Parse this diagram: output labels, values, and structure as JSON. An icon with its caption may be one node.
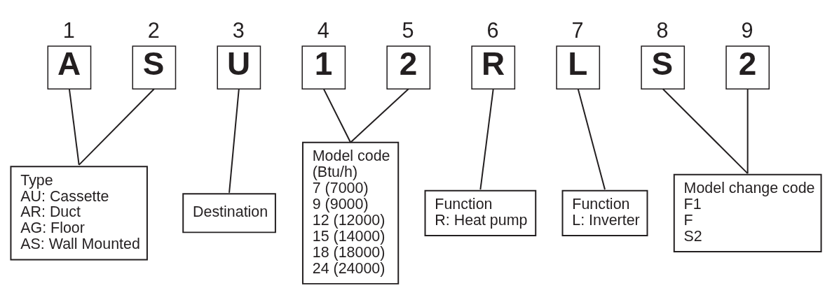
{
  "diagram": {
    "nodes": [
      {
        "text": [
          "A"
        ],
        "beside": [
          "1"
        ]
      },
      {
        "text": [
          "S"
        ],
        "beside": [
          "2"
        ]
      },
      {
        "text": [
          "U"
        ],
        "beside": [
          "3"
        ]
      },
      {
        "text": [
          "1"
        ],
        "beside": [
          "4"
        ]
      },
      {
        "text": [
          "2"
        ],
        "beside": [
          "5"
        ]
      },
      {
        "text": [
          "R"
        ],
        "beside": [
          "6"
        ]
      },
      {
        "text": [
          "L"
        ],
        "beside": [
          "7"
        ]
      },
      {
        "text": [
          "S"
        ],
        "beside": [
          "8"
        ]
      },
      {
        "text": [
          "2"
        ],
        "beside": [
          "9"
        ]
      },
      {
        "text": [
          "Type",
          "AU: Cassette",
          "AR: Duct",
          "AG: Floor",
          "AS: Wall Mounted"
        ]
      },
      {
        "text": [
          "Destination"
        ]
      },
      {
        "text": [
          "Model code",
          "(Btu/h)",
          "7 (7000)",
          "9 (9000)",
          "12 (12000)",
          "15 (14000)",
          "18 (18000)",
          "24 (24000)"
        ]
      },
      {
        "text": [
          "Function",
          "R: Heat pump"
        ]
      },
      {
        "text": [
          "Function",
          "L: Inverter"
        ]
      },
      {
        "text": [
          "Model change code",
          "F1",
          "F",
          "S2"
        ]
      }
    ],
    "edges": [
      {
        "from": 0,
        "to": 9,
        "arrow": "none"
      },
      {
        "from": 1,
        "to": 9,
        "arrow": "none"
      },
      {
        "from": 2,
        "to": 10,
        "arrow": "none"
      },
      {
        "from": 3,
        "to": 11,
        "arrow": "none"
      },
      {
        "from": 4,
        "to": 11,
        "arrow": "none"
      },
      {
        "from": 5,
        "to": 12,
        "arrow": "none"
      },
      {
        "from": 6,
        "to": 13,
        "arrow": "none"
      },
      {
        "from": 7,
        "to": 14,
        "arrow": "none"
      },
      {
        "from": 8,
        "to": 14,
        "arrow": "none"
      }
    ]
  }
}
